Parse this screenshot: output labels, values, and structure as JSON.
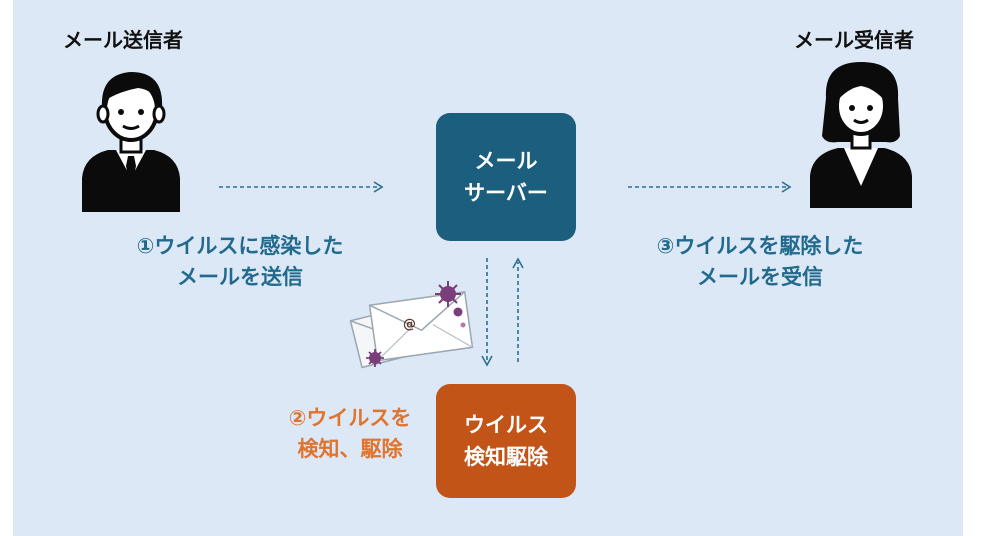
{
  "sender": {
    "title": "メール送信者",
    "icon": "businessman-icon"
  },
  "receiver": {
    "title": "メール受信者",
    "icon": "businesswoman-icon"
  },
  "server": {
    "line1": "メール",
    "line2": "サーバー"
  },
  "detector": {
    "line1": "ウイルス",
    "line2": "検知駆除"
  },
  "steps": {
    "step1": {
      "line1": "①ウイルスに感染した",
      "line2": "メールを送信"
    },
    "step2": {
      "line1": "②ウイルスを",
      "line2": "検知、駆除"
    },
    "step3": {
      "line1": "③ウイルスを駆除した",
      "line2": "メールを受信"
    }
  },
  "email_icon_symbol": "@",
  "colors": {
    "background": "#dce8f6",
    "server": "#1b5e7e",
    "detector": "#c25417",
    "blue_text": "#216a8e",
    "orange_text": "#e0742f",
    "arrow": "#2b6f91",
    "virus": "#7a3e7a"
  }
}
